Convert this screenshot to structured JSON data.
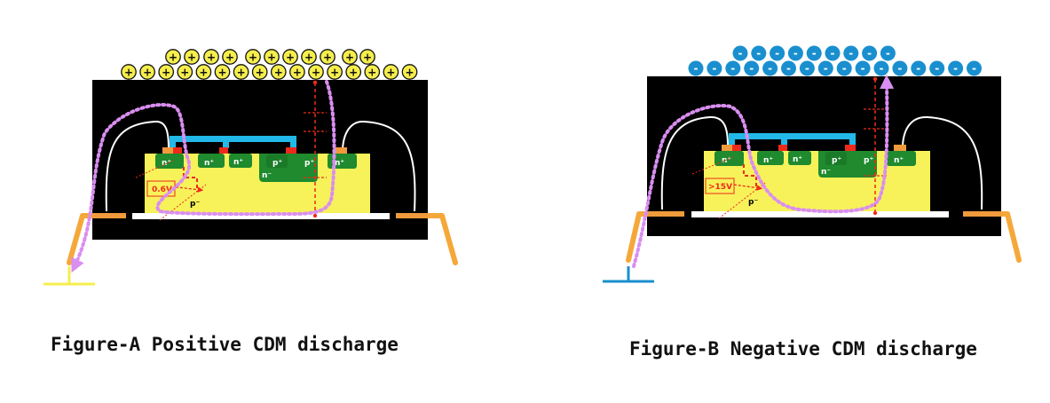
{
  "figures": [
    {
      "id": "A",
      "caption": "Figure-A Positive CDM discharge",
      "charge_symbol": "+",
      "charge_color": "#f5ee4c",
      "ground_color": "#f5ee4c",
      "voltage_label": "0.6V",
      "region_labels": {
        "n_plus": "n⁺",
        "p_plus": "p⁺",
        "n_minus": "n⁻",
        "p_minus": "p⁻"
      }
    },
    {
      "id": "B",
      "caption": "Figure-B Negative CDM discharge",
      "charge_symbol": "-",
      "charge_color": "#1a8fcf",
      "ground_color": "#1a8fcf",
      "voltage_label": ">15V",
      "region_labels": {
        "n_plus": "n⁺",
        "p_plus": "p⁺",
        "n_minus": "n⁻",
        "p_minus": "p⁻"
      }
    }
  ],
  "colors": {
    "package": "#000000",
    "substrate": "#f7f25a",
    "diffusion": "#1f8a2e",
    "metal": "#22b8e8",
    "contact": "#ee2a1a",
    "pad": "#f09a3c",
    "lead": "#f5a83a",
    "discharge_path": "#d98ef0",
    "field_line": "#ee2a1a"
  }
}
